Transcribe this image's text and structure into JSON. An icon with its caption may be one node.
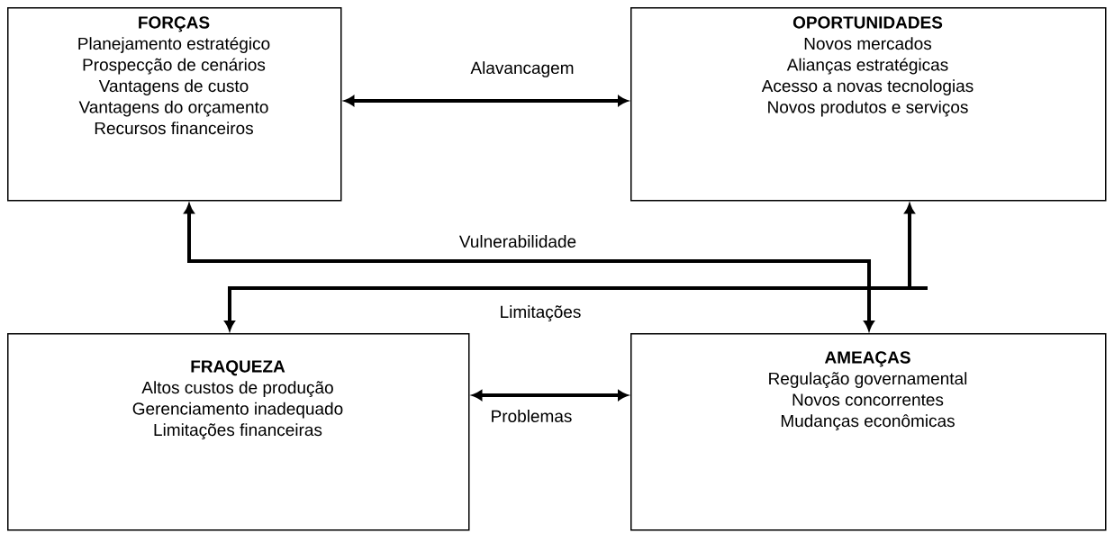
{
  "diagram": {
    "nodes": [
      {
        "text": [
          "FORÇAS",
          "Planejamento estratégico",
          "Prospecção de cenários",
          "Vantagens de custo",
          "Vantagens do orçamento",
          "Recursos financeiros"
        ]
      },
      {
        "text": [
          "OPORTUNIDADES",
          "Novos mercados",
          "Alianças estratégicas",
          "Acesso a novas tecnologias",
          "Novos produtos e serviços"
        ]
      },
      {
        "text": [
          "FRAQUEZA",
          "Altos custos de produção",
          "Gerenciamento inadequado",
          "Limitações financeiras"
        ]
      },
      {
        "text": [
          "AMEAÇAS",
          "Regulação governamental",
          "Novos concorrentes",
          "Mudanças econômicas"
        ]
      }
    ],
    "edges": [
      {
        "from": 0,
        "to": 1,
        "arrow": "both",
        "label": "Alavancagem"
      },
      {
        "from": 3,
        "to": 0,
        "arrow": "both",
        "label": "Vulnerabilidade"
      },
      {
        "from": 2,
        "to": 1,
        "arrow": "both",
        "label": "Limitações"
      },
      {
        "from": 2,
        "to": 3,
        "arrow": "both",
        "label": "Problemas"
      }
    ]
  }
}
